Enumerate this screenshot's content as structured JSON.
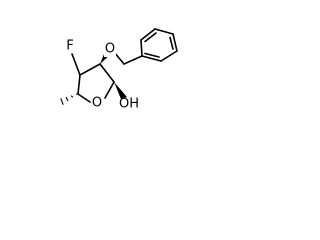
{
  "structure": {
    "atoms": {
      "fluorine": "F",
      "ether_oxygen": "O",
      "ring_oxygen": "O",
      "hydroxyl": "OH"
    }
  }
}
